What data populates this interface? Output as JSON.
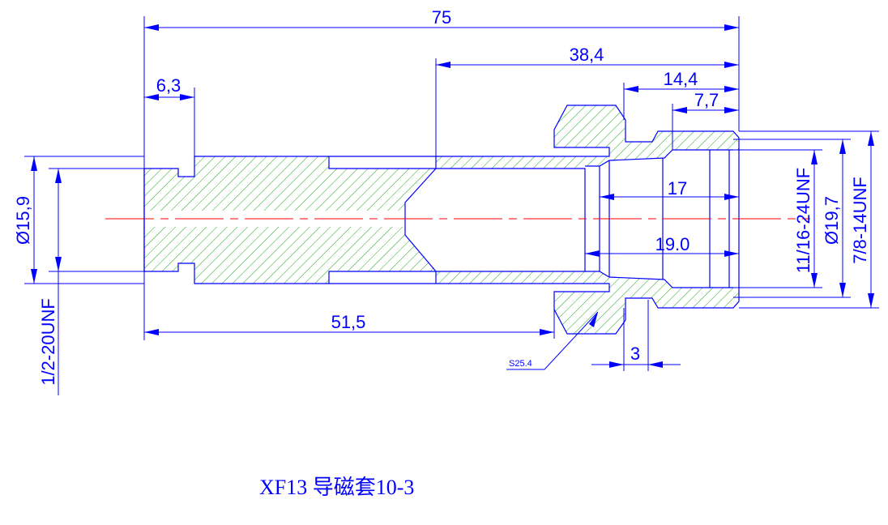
{
  "drawing": {
    "dimensions": {
      "overall_length": "75",
      "bore_depth": "38,4",
      "head_length": "14,4",
      "thread_length": "7,7",
      "left_step": "6,3",
      "body_length": "51,5",
      "groove_width": "3",
      "inner_17": "17",
      "inner_19": "19.0",
      "left_diameter": "Ø15,9",
      "left_thread": "1/2-20UNF",
      "right_thread_inner": "11/16-24UNF",
      "right_diameter": "Ø19,7",
      "right_thread_outer": "7/8-14UNF",
      "sphere_radius": "S25.4"
    },
    "caption": "XF13 导磁套10-3",
    "colors": {
      "outline": "#0000ff",
      "hatch": "#00aa00",
      "centerline": "#ff0000"
    }
  }
}
